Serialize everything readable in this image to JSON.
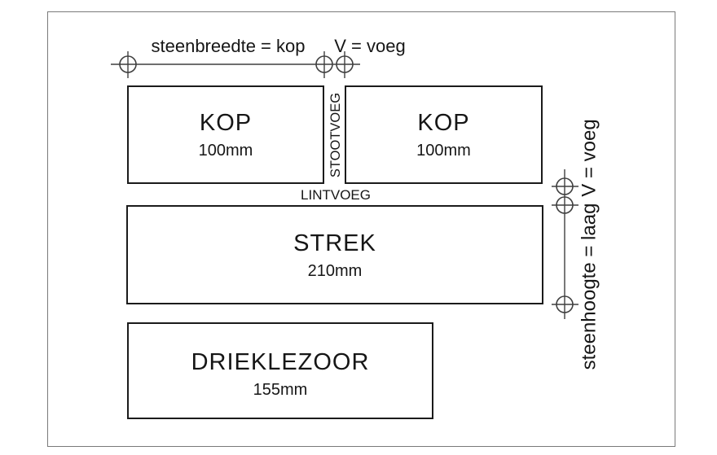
{
  "dimension_labels": {
    "steenbreedte": "steenbreedte = kop",
    "voeg_top": "V = voeg",
    "stootvoeg": "STOOTVOEG",
    "lintvoeg": "LINTVOEG",
    "steenhoogte": "steenhoogte = laag",
    "voeg_right": "V = voeg"
  },
  "bricks": {
    "kop_left": {
      "name": "KOP",
      "size": "100mm"
    },
    "kop_right": {
      "name": "KOP",
      "size": "100mm"
    },
    "strek": {
      "name": "STREK",
      "size": "210mm"
    },
    "drieklezoor": {
      "name": "DRIEKLEZOOR",
      "size": "155mm"
    }
  },
  "colors": {
    "box_line": "#1b1b1b",
    "dim_line": "#3f3f3f",
    "frame_line": "#7a7a7a",
    "text": "#161616",
    "background": "#ffffff"
  }
}
